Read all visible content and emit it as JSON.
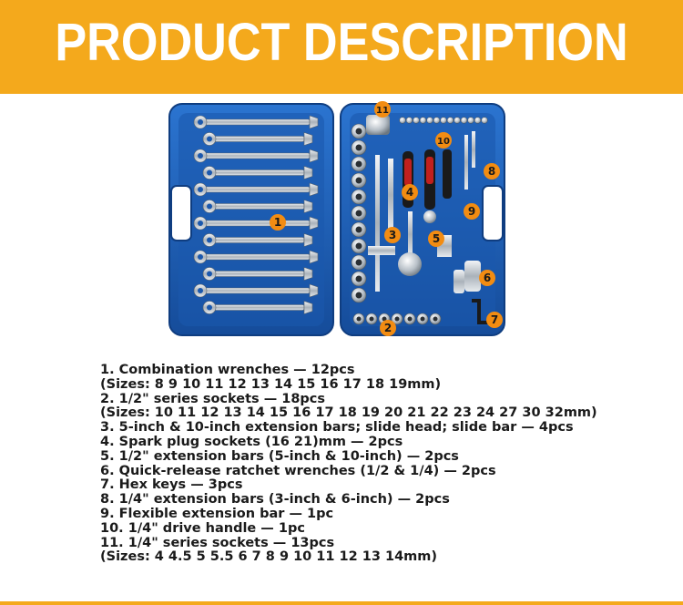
{
  "banner": {
    "title": "PRODUCT DESCRIPTION",
    "color": "#f4a91c"
  },
  "image": {
    "case_color": "#1d5fb8",
    "callout_color": "#f28c12",
    "callouts": [
      "1",
      "2",
      "3",
      "4",
      "5",
      "6",
      "7",
      "8",
      "9",
      "10",
      "11"
    ]
  },
  "description": {
    "lines": [
      "1. Combination wrenches — 12pcs",
      "(Sizes: 8 9 10 11 12 13 14 15 16 17 18 19mm)",
      "2. 1/2\" series sockets — 18pcs",
      "(Sizes: 10 11 12 13 14 15 16 17 18 19 20 21 22 23 24 27 30 32mm)",
      "3. 5-inch & 10-inch extension bars; slide head; slide bar — 4pcs",
      "4. Spark plug sockets (16 21)mm — 2pcs",
      "5. 1/2\" extension bars (5-inch & 10-inch) — 2pcs",
      "6. Quick-release ratchet wrenches (1/2 & 1/4) — 2pcs",
      "7. Hex keys — 3pcs",
      "8. 1/4\" extension bars (3-inch & 6-inch) — 2pcs",
      "9. Flexible extension bar — 1pc",
      "10. 1/4\" drive handle — 1pc",
      "11. 1/4\" series sockets — 13pcs",
      "(Sizes: 4 4.5 5 5.5 6 7 8 9 10 11 12 13 14mm)"
    ]
  }
}
